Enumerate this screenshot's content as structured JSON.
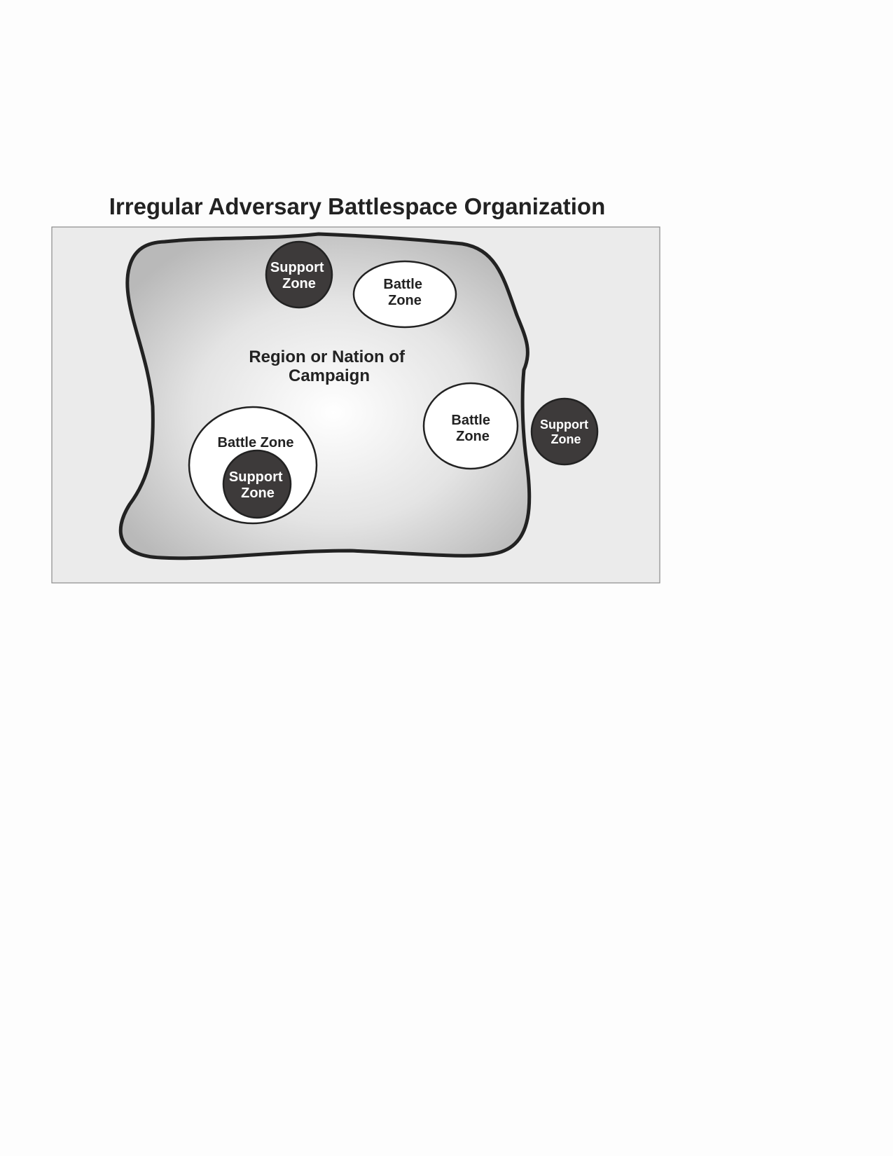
{
  "title": "Irregular Adversary Battlespace Organization",
  "region_label": [
    "Region or Nation of",
    "Campaign"
  ],
  "zones": {
    "support_top": [
      "Support",
      "Zone"
    ],
    "battle_top": [
      "Battle",
      "Zone"
    ],
    "battle_right": [
      "Battle",
      "Zone"
    ],
    "support_outside": [
      "Support",
      "Zone"
    ],
    "battle_lower_left": [
      "Battle Zone"
    ],
    "support_nested": [
      "Support",
      "Zone"
    ]
  },
  "colors": {
    "panel": "#ebebeb",
    "support_zone": "#3d3a3a",
    "battle_zone": "#ffffff",
    "outline": "#222222",
    "region_center": "#ffffff",
    "region_edge": "#bdbdbd"
  }
}
